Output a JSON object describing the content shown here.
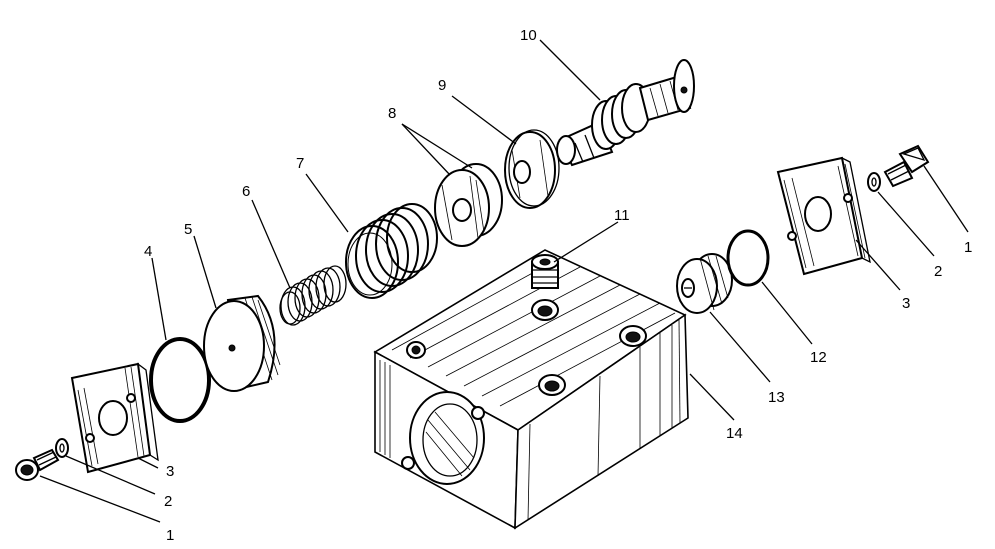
{
  "diagram": {
    "background": "#ffffff",
    "line_color": "#000000",
    "part_labels": {
      "bolt_left": "1",
      "washer_left": "2",
      "flange_left": "3",
      "oring_large": "4",
      "piston": "5",
      "spring_small": "6",
      "spring_large": "7",
      "seal_pair": "8",
      "disc": "9",
      "spool": "10",
      "fitting": "11",
      "oring_small": "12",
      "plug": "13",
      "housing": "14",
      "flange_right": "3",
      "washer_right": "2",
      "bolt_right": "1"
    }
  }
}
